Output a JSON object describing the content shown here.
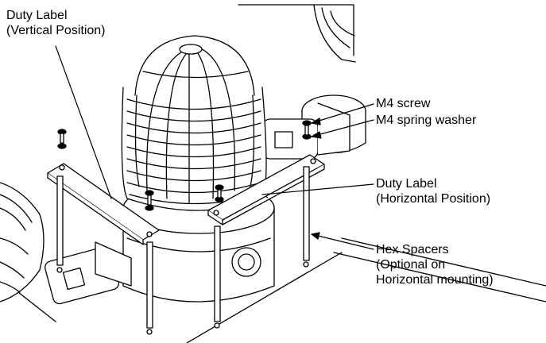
{
  "labels": {
    "duty_label_vertical": [
      "Duty Label",
      "(Vertical Position)"
    ],
    "m4_screw": [
      "M4 screw"
    ],
    "m4_spring_washer": [
      "M4 spring washer"
    ],
    "duty_label_horizontal": [
      "Duty Label",
      "(Horizontal Position)"
    ],
    "hex_spacers": [
      "Hex Spacers",
      "(Optional on",
      "Horizontal mounting)"
    ]
  },
  "colors": {
    "line": "#000000",
    "background": "#ffffff",
    "fill": "#ffffff"
  }
}
